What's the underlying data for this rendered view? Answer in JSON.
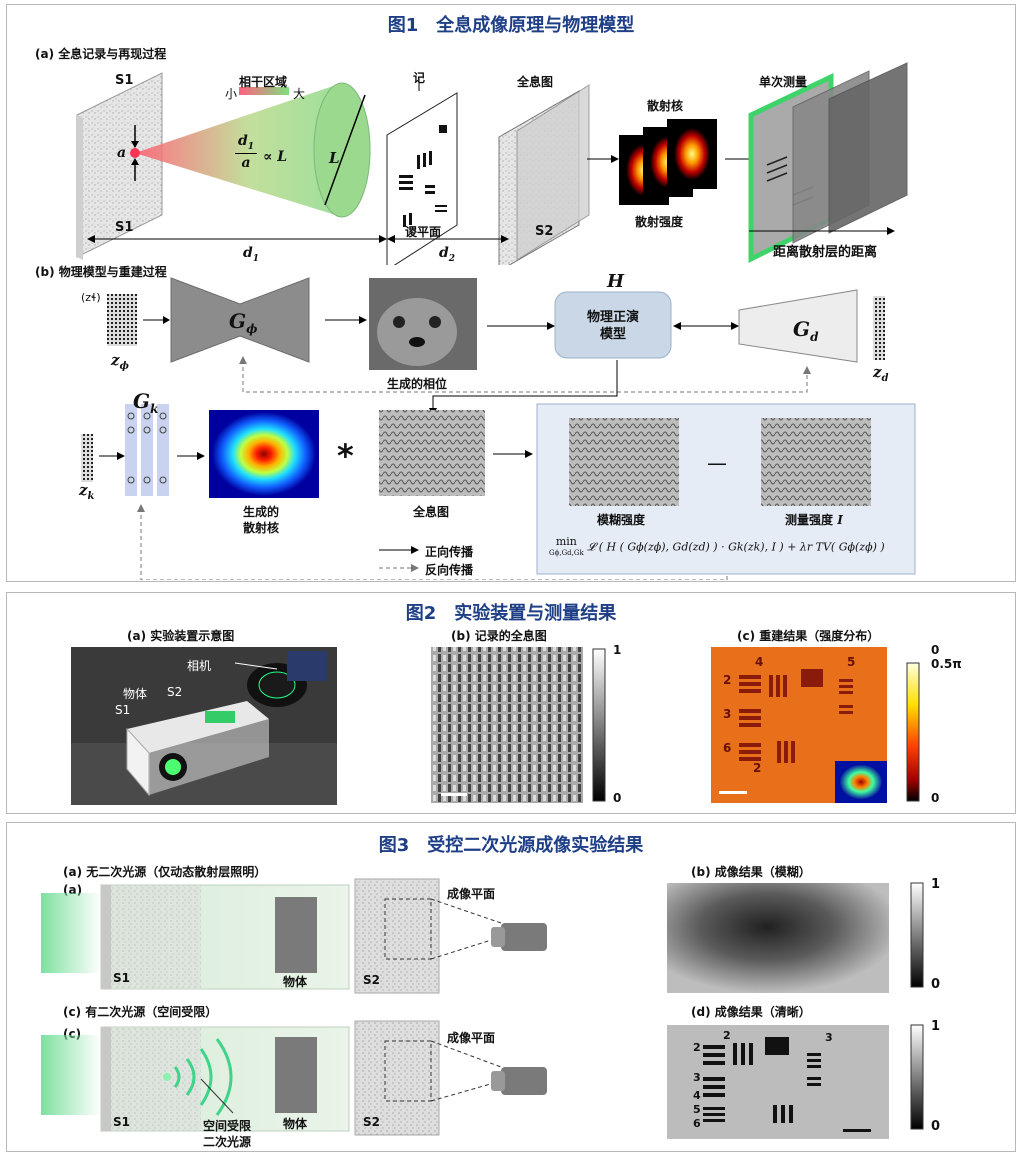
{
  "fig1": {
    "title": "图1　全息成像原理与物理模型",
    "a": {
      "label": "(a)  全息记录与再现过程",
      "s1_top": "S1",
      "s1_bottom": "S1",
      "a_sym": "a",
      "coh_title": "相干区域",
      "coh_small": "小",
      "coh_large": "大",
      "ratio_d": "d",
      "ratio_d_sub": "1",
      "ratio_a": "a",
      "ratio_prop": "∝ L",
      "L_sym": "L",
      "ji": "记",
      "target_plane": "谡平面",
      "hologram": "全息图",
      "s2": "S2",
      "kernel": "散射核",
      "intensity": "散射强度",
      "single": "单次测量",
      "distance_label": "距离散射层的距离",
      "d1": "d",
      "d1_sub": "1",
      "d2": "d",
      "d2_sub": "2"
    },
    "b": {
      "label": "(b)  物理模型与重建过程",
      "z_phi": "z",
      "z_phi_sub": "ϕ",
      "z_phi_tag": "(zɬ)",
      "g_phi": "G",
      "g_phi_sub": "ϕ",
      "gen_phase": "生成的相位",
      "H": "H",
      "phys_model": "物理正演\n模型",
      "g_d": "G",
      "g_d_sub": "d",
      "z_d": "z",
      "z_d_sub": "d",
      "g_k": "G",
      "g_k_sub": "k",
      "z_k": "z",
      "z_k_sub": "k",
      "gen_kernel_1": "生成的",
      "gen_kernel_2": "散射核",
      "conv": "*",
      "hologram": "全息图",
      "blur": "模糊强度",
      "dash": "—",
      "measured": "测量强度",
      "measured_sym": "I",
      "forward": "正向传播",
      "backward": "反向传播",
      "loss_min": "min",
      "loss_sub": "Gϕ,Gd,Gk",
      "loss": "𝓛 ( H ( Gϕ(zϕ), Gd(zd) ) · Gk(zk), I ) + λr TV( Gϕ(zϕ) )"
    }
  },
  "fig2": {
    "title": "图2　实验装置与测量结果",
    "a_label": "(a) 实验装置示意图",
    "b_label": "(b) 记录的全息图",
    "c_label": "(c) 重建结果（强度分布）",
    "camera": "相机",
    "object": "物体",
    "s2": "S2",
    "s1": "S1",
    "b_cb_max": "1",
    "b_cb_min": "0",
    "c_cb_top": "0",
    "c_cb_mid": "0.5π",
    "c_cb_min": "0",
    "target_nums": [
      "2",
      "3",
      "4",
      "5",
      "6",
      "2"
    ]
  },
  "fig3": {
    "title": "图3　受控二次光源成像实验结果",
    "a_label": "(a)  无二次光源（仅动态散射层照明）",
    "a_tag": "(a)",
    "c_label": "(c)  有二次光源（空间受限）",
    "c_tag": "(c)",
    "b_label": "(b)  成像结果（模糊）",
    "d_label": "(d)  成像结果（清晰）",
    "s1": "S1",
    "s2": "S2",
    "object": "物体",
    "plane": "成像平面",
    "secondary_1": "空间受限",
    "secondary_2": "二次光源",
    "cb_max": "1",
    "cb_min": "0",
    "target_nums": [
      "2",
      "3",
      "4",
      "5",
      "6",
      "2",
      "3"
    ]
  },
  "colors": {
    "title_blue": "#1e3f86",
    "panel_bg": "#e6ecf5",
    "green_glow": "#7fe0a0",
    "frame_green": "#3fd46a"
  }
}
